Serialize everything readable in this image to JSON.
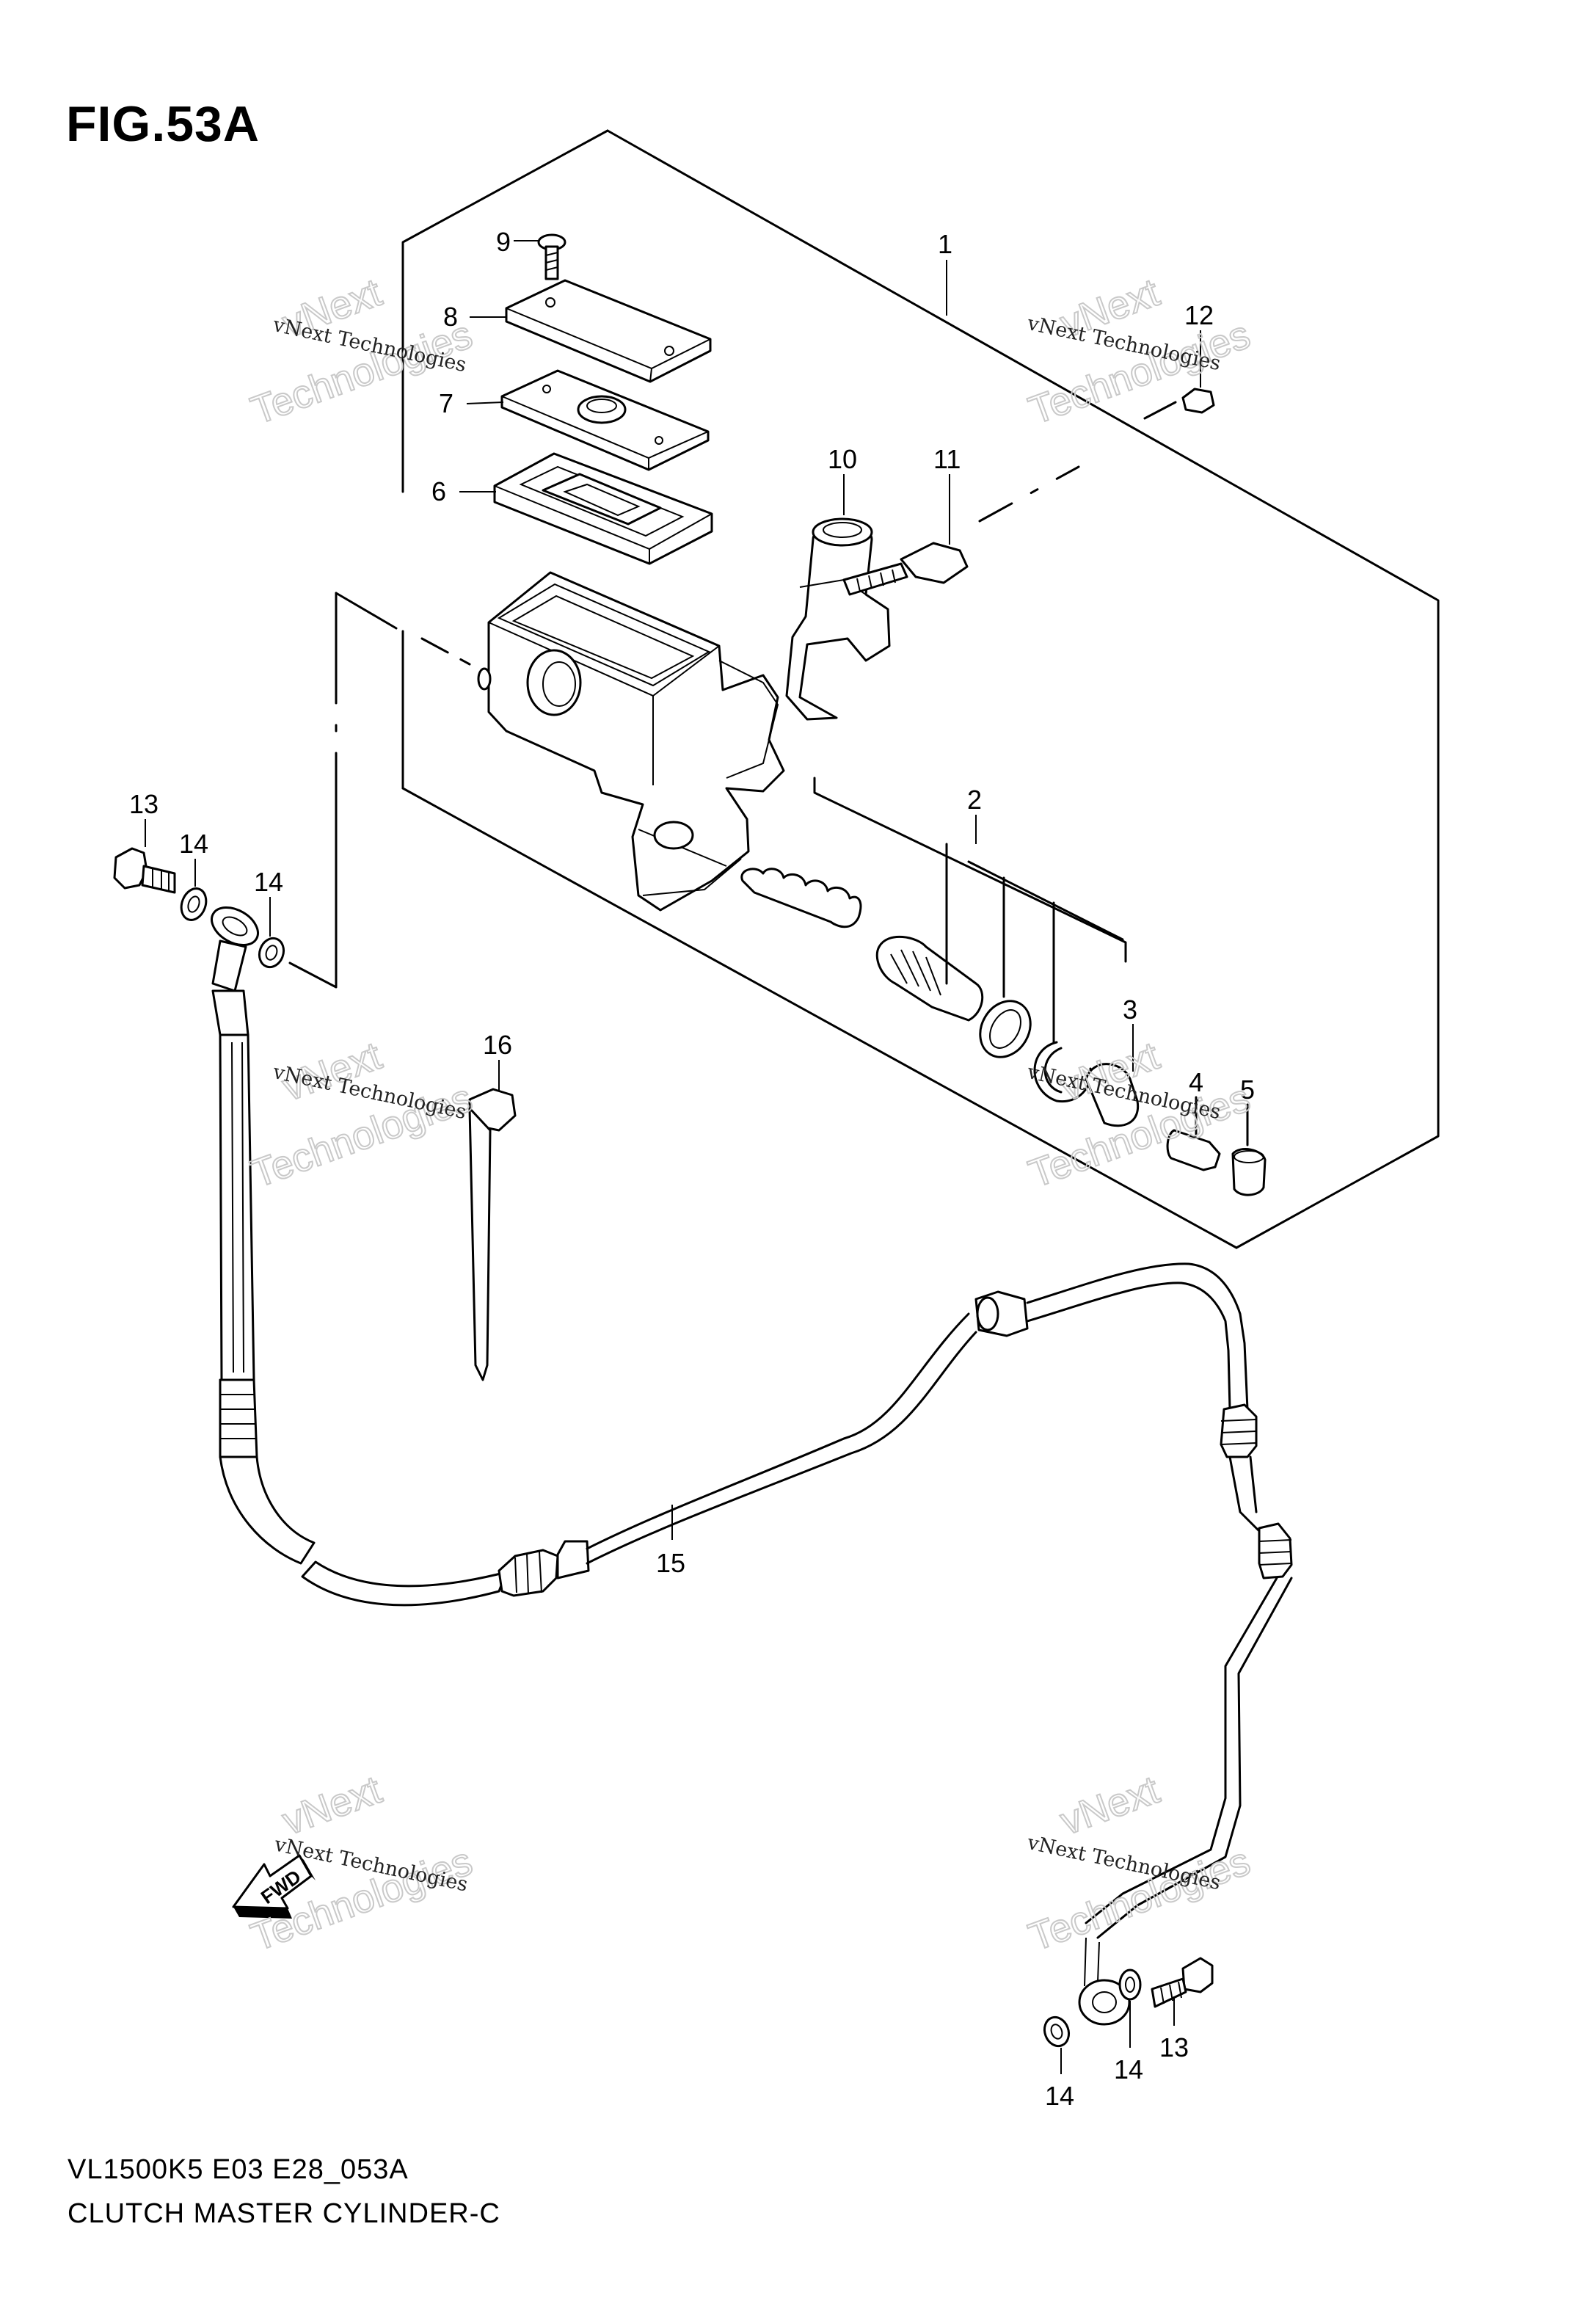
{
  "figure": {
    "title": "FIG.53A",
    "code": "VL1500K5 E03 E28_053A",
    "name": "CLUTCH MASTER CYLINDER-C"
  },
  "callouts": [
    "1",
    "2",
    "3",
    "4",
    "5",
    "6",
    "7",
    "8",
    "9",
    "10",
    "11",
    "12",
    "13",
    "13",
    "14",
    "14",
    "14",
    "14",
    "15",
    "16"
  ],
  "watermark": {
    "line1": "vNext Technologies",
    "big_top": "vNext",
    "big_bottom": "Technologies"
  },
  "fwd_label": "FWD"
}
